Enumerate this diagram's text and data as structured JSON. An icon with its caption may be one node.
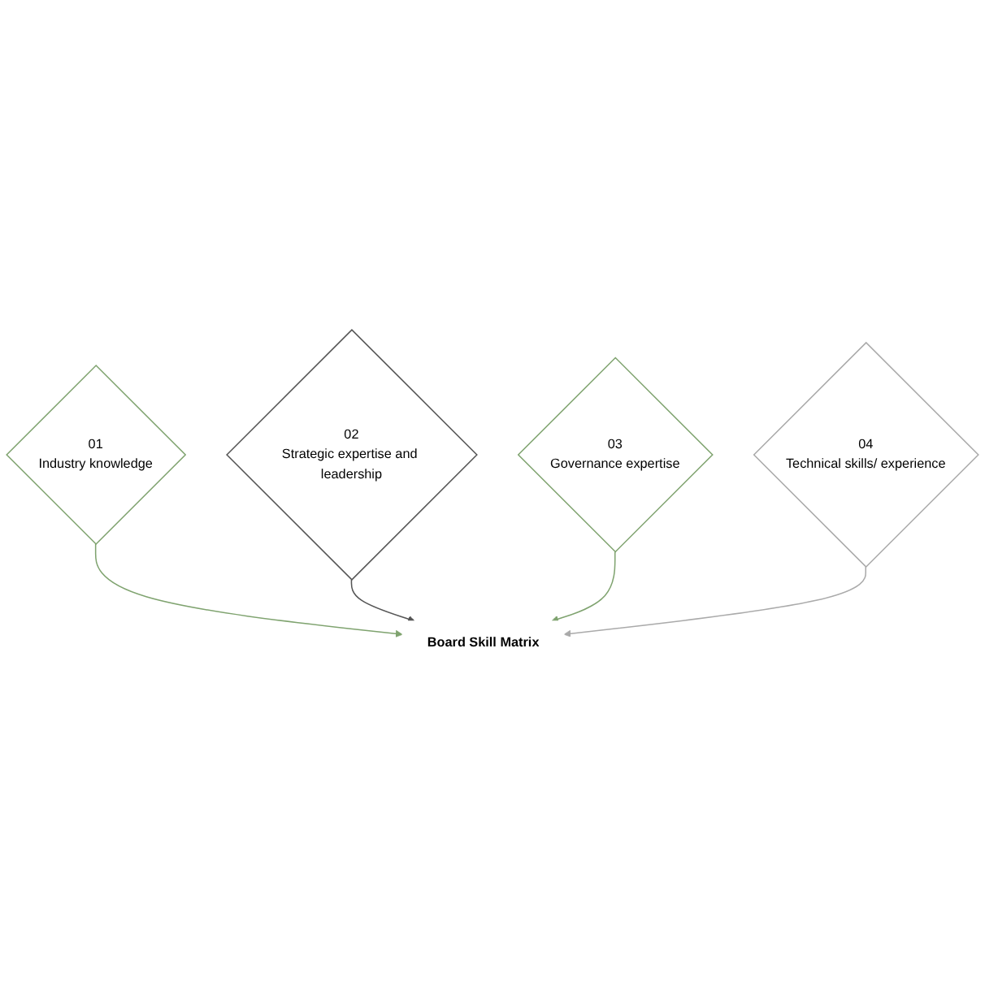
{
  "diagram": {
    "nodes": [
      {
        "text": [
          "01",
          "Industry knowledge"
        ]
      },
      {
        "text": [
          "02",
          "Strategic expertise and leadership"
        ]
      },
      {
        "text": [
          "03",
          "Governance expertise"
        ]
      },
      {
        "text": [
          "04",
          "Technical skills/ experience"
        ]
      },
      {
        "text": [
          "Board Skill Matrix"
        ]
      }
    ],
    "edges": [
      {
        "from": 0,
        "to": 4,
        "arrow": "to",
        "color": "#7fa36f"
      },
      {
        "from": 1,
        "to": 4,
        "arrow": "to",
        "color": "#555555"
      },
      {
        "from": 2,
        "to": 4,
        "arrow": "to",
        "color": "#7fa36f"
      },
      {
        "from": 3,
        "to": 4,
        "arrow": "to",
        "color": "#aaaaaa"
      }
    ]
  }
}
